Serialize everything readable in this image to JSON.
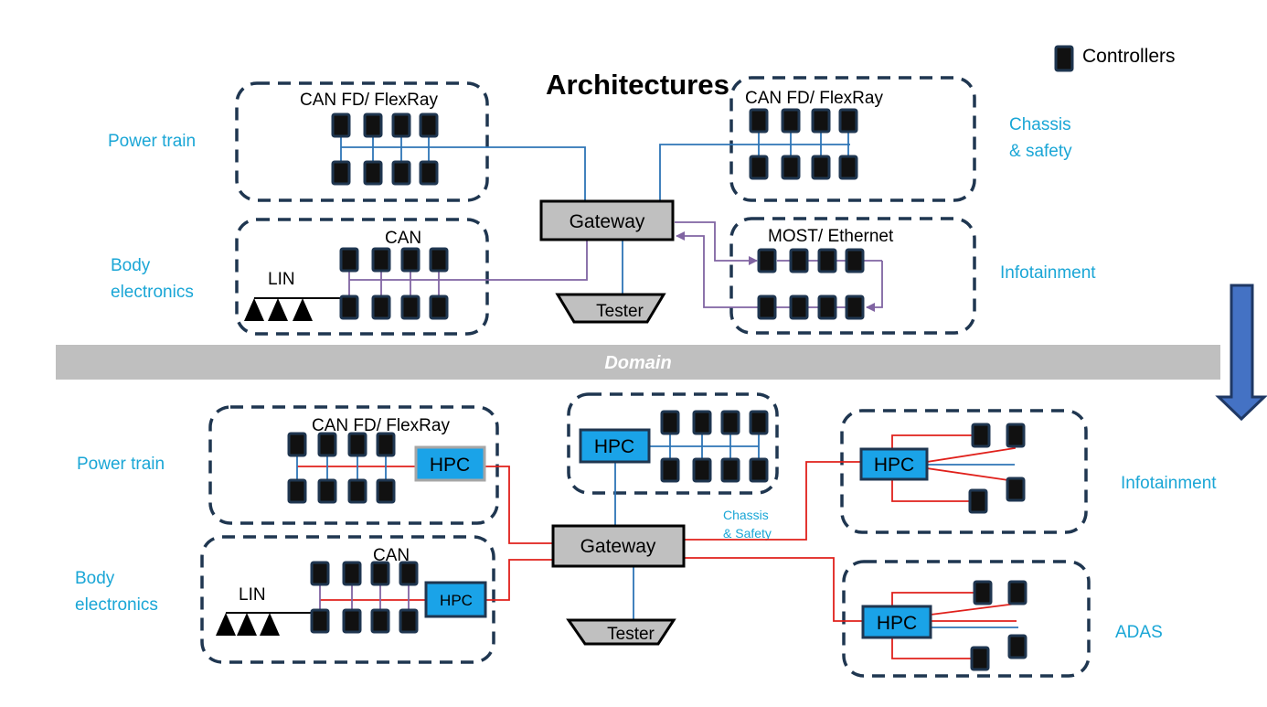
{
  "title": "Architectures",
  "legend": {
    "label": "Controllers"
  },
  "divider": {
    "label": "Domain"
  },
  "colors": {
    "domain_label": "#1aa6d6",
    "hpc_fill": "#1aa3e8",
    "can_line": "#2e75b6",
    "lin_line": "#8064a2",
    "red_line": "#e0201b",
    "gateway_fill": "#c0c0c0",
    "box_border": "#1f3650",
    "arrow_fill": "#4472c4"
  },
  "top": {
    "domains": {
      "power_train": "Power train",
      "body_electronics": [
        "Body",
        "electronics"
      ],
      "chassis_safety": [
        "Chassis",
        "& safety"
      ],
      "infotainment": "Infotainment"
    },
    "buses": {
      "power_train": "CAN FD/ FlexRay",
      "chassis": "CAN FD/ FlexRay",
      "body_can": "CAN",
      "body_lin": "LIN",
      "infotainment": "MOST/ Ethernet"
    },
    "gateway": "Gateway",
    "tester": "Tester"
  },
  "bottom": {
    "domains": {
      "power_train": "Power train",
      "body_electronics": [
        "Body",
        "electronics"
      ],
      "infotainment": "Infotainment",
      "adas": "ADAS",
      "chassis_safety": [
        "Chassis",
        "& Safety"
      ]
    },
    "buses": {
      "power_train": "CAN FD/ FlexRay",
      "body_can": "CAN",
      "body_lin": "LIN"
    },
    "hpc": "HPC",
    "gateway": "Gateway",
    "tester": "Tester"
  }
}
